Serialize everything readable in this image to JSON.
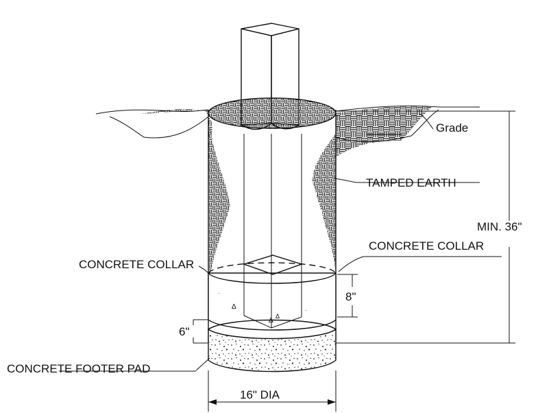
{
  "labels": {
    "grade": "Grade",
    "tamped_earth": "TAMPED EARTH",
    "min_depth": "MIN. 36\"",
    "collar_right": "CONCRETE COLLAR",
    "collar_left": "CONCRETE COLLAR",
    "collar_depth": "8\"",
    "pad_thickness": "6\"",
    "footer_pad": "CONCRETE FOOTER PAD",
    "diameter": "16\" DIA"
  }
}
